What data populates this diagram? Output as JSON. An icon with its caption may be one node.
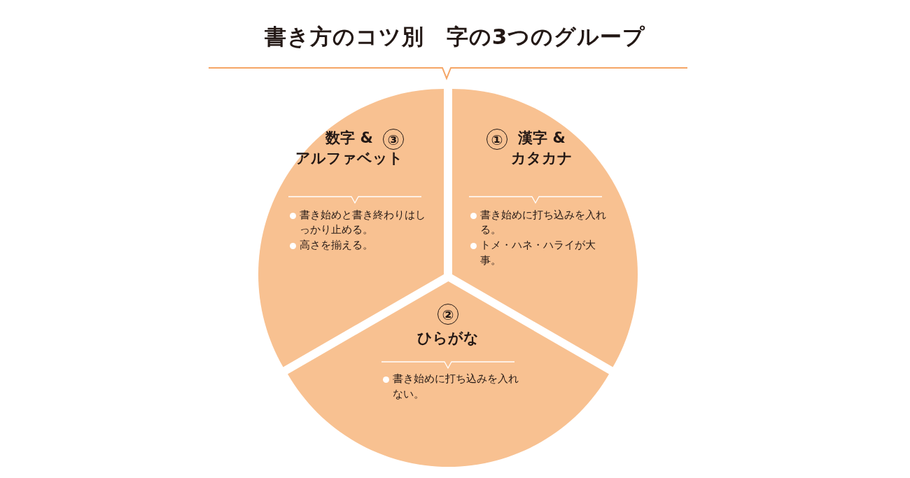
{
  "diagram": {
    "title": "書き方のコツ別　字の3つのグループ",
    "nodes": [
      {
        "text": [
          "数字 & アルファベット",
          "③",
          "書き始めと書き終わりはしっかり止める。",
          "高さを揃える。"
        ]
      },
      {
        "text": [
          "①",
          "漢字 & カタカナ",
          "書き始めに打ち込みを入れる。",
          "トメ・ハネ・ハライが大事。"
        ]
      },
      {
        "text": [
          "②",
          "ひらがな",
          "書き始めに打ち込みを入れない。"
        ]
      }
    ]
  }
}
